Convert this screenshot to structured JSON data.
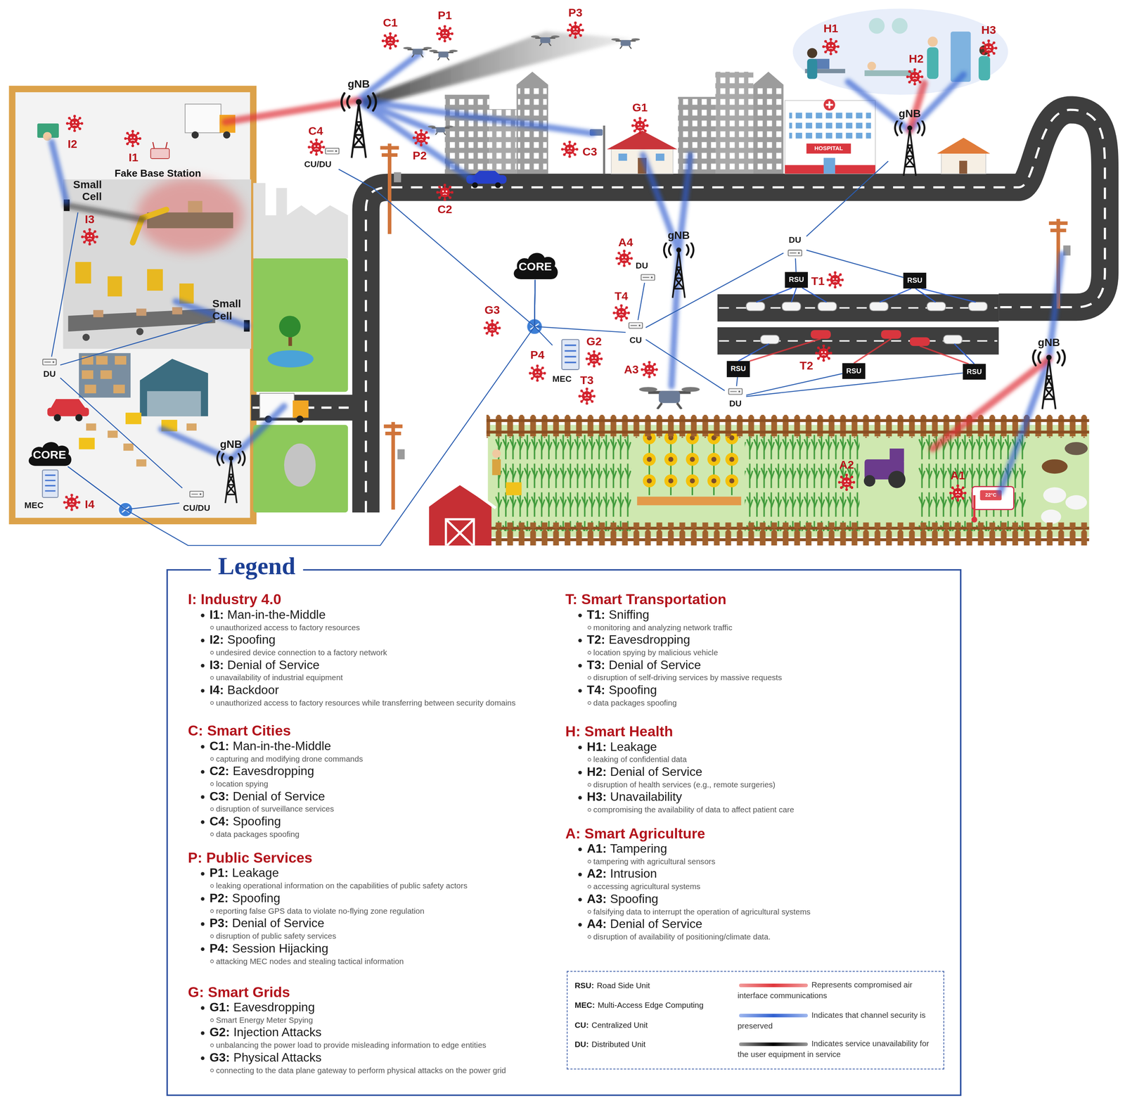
{
  "diagram": {
    "nodes": [
      {
        "text": [
          "gNB"
        ]
      },
      {
        "text": [
          "gNB"
        ]
      },
      {
        "text": [
          "CU/DU"
        ]
      },
      {
        "text": [
          "Small Cell"
        ]
      },
      {
        "text": [
          "gNB"
        ]
      },
      {
        "text": [
          "DU"
        ]
      },
      {
        "text": [
          "CORE"
        ]
      },
      {
        "text": [
          "DU"
        ]
      },
      {
        "text": [
          "RSU"
        ]
      },
      {
        "text": [
          "RSU"
        ]
      },
      {
        "text": [
          "Small Cell"
        ]
      },
      {
        "text": [
          "CU"
        ]
      },
      {
        "text": [
          "gNB"
        ]
      },
      {
        "text": [
          "MEC"
        ]
      },
      {
        "text": [
          "DU"
        ]
      },
      {
        "text": [
          "RSU"
        ]
      },
      {
        "text": [
          "RSU"
        ]
      },
      {
        "text": [
          "RSU"
        ]
      },
      {
        "text": [
          "DU"
        ]
      },
      {
        "text": [
          "gNB"
        ]
      },
      {
        "text": [
          "CORE"
        ]
      },
      {
        "text": [
          "MEC"
        ]
      },
      {
        "text": [
          "CU/DU"
        ]
      },
      {
        "text": [
          "Legend"
        ]
      },
      {
        "text": [
          "RSU:",
          "Road Side Unit",
          "MEC:",
          "Multi-Access Edge Computing",
          "CU:",
          "Centralized Unit",
          "DU:",
          "Distributed Unit"
        ],
        "in": 23
      }
    ],
    "edges": [
      {
        "from": 6,
        "to": 13,
        "arrow": "none"
      },
      {
        "from": 6,
        "to": 11,
        "arrow": "none"
      },
      {
        "from": 6,
        "to": 2,
        "arrow": "none"
      },
      {
        "from": 11,
        "to": 5,
        "arrow": "none"
      },
      {
        "from": 11,
        "to": 7,
        "arrow": "none"
      },
      {
        "from": 11,
        "to": 18,
        "arrow": "none"
      },
      {
        "from": 5,
        "to": 8,
        "arrow": "none"
      },
      {
        "from": 5,
        "to": 9,
        "arrow": "none"
      },
      {
        "from": 5,
        "to": 1,
        "arrow": "none"
      },
      {
        "from": 18,
        "to": 15,
        "arrow": "none"
      },
      {
        "from": 18,
        "to": 16,
        "arrow": "none"
      },
      {
        "from": 18,
        "to": 17,
        "arrow": "none"
      },
      {
        "from": 6,
        "to": 20,
        "arrow": "none"
      },
      {
        "from": 20,
        "to": 22,
        "arrow": "none"
      },
      {
        "from": 14,
        "to": 3,
        "arrow": "none"
      },
      {
        "from": 14,
        "to": 10,
        "arrow": "none"
      },
      {
        "from": 14,
        "to": 22,
        "arrow": "none"
      }
    ],
    "labels": [
      "I2",
      "I1",
      "Fake Base Station",
      "I3",
      "I4",
      "C1",
      "P1",
      "P3",
      "H1",
      "H3",
      "H2",
      "G1",
      "C4",
      "HOSPITAL",
      "C3",
      "P2",
      "C2",
      "A4",
      "T1",
      "T4",
      "G3",
      "G2",
      "P4",
      "T2",
      "A3",
      "T3",
      "A2",
      "A1",
      "22°C",
      "I: Industry 4.0",
      "I1:",
      "Man-in-the-Middle",
      "unauthorized access to factory resources",
      "I2:",
      "Spoofing",
      "undesired device connection to a factory network",
      "I3:",
      "Denial of Service",
      "unavailability of industrial equipment",
      "I4:",
      "Backdoor",
      "unauthorized access to factory resources while transferring between security domains",
      "C: Smart Cities",
      "C1:",
      "Man-in-the-Middle",
      "capturing and modifying drone commands",
      "C2:",
      "Eavesdropping",
      "location spying",
      "C3:",
      "Denial of Service",
      "disruption of surveillance services",
      "C4:",
      "Spoofing",
      "data packages spoofing",
      "P: Public Services",
      "P1:",
      "Leakage",
      "leaking operational information on the capabilities of public safety actors",
      "P2:",
      "Spoofing",
      "reporting false GPS data to violate no-flying zone regulation",
      "P3:",
      "Denial of Service",
      "disruption of public safety services",
      "P4:",
      "Session Hijacking",
      "attacking MEC nodes and stealing tactical information",
      "G: Smart Grids",
      "G1:",
      "Eavesdropping",
      "Smart Energy Meter Spying",
      "G2:",
      "Injection Attacks",
      "unbalancing the power load to provide misleading information to edge entities",
      "G3:",
      "Physical Attacks",
      "connecting to the data plane gateway to perform physical attacks on the power grid",
      "T: Smart Transportation",
      "T1:",
      "Sniffing",
      "monitoring and analyzing network traffic",
      "T2:",
      "Eavesdropping",
      "location spying by malicious vehicle",
      "T3:",
      "Denial of Service",
      "disruption of self-driving services by massive requests",
      "T4:",
      "Spoofing",
      "data packages spoofing",
      "H: Smart Health",
      "H1:",
      "Leakage",
      "leaking of confidential data",
      "H2:",
      "Denial of Service",
      "disruption of health services (e.g., remote surgeries)",
      "H3:",
      "Unavailability",
      "compromising the availability of data to affect patient care",
      "A: Smart Agriculture",
      "A1:",
      "Tampering",
      "tampering with agricultural sensors",
      "A2:",
      "Intrusion",
      "accessing agricultural systems",
      "A3:",
      "Spoofing",
      "falsifying data to interrupt the operation of agricultural systems",
      "A4:",
      "Denial of Service",
      "disruption of availability of positioning/climate data."
    ],
    "legend": [
      {
        "text": "Represents compromised air interface communications"
      },
      {
        "text": "Indicates that channel security is preserved"
      },
      {
        "text": "Indicates service unavailability for the user equipment in service"
      }
    ]
  }
}
